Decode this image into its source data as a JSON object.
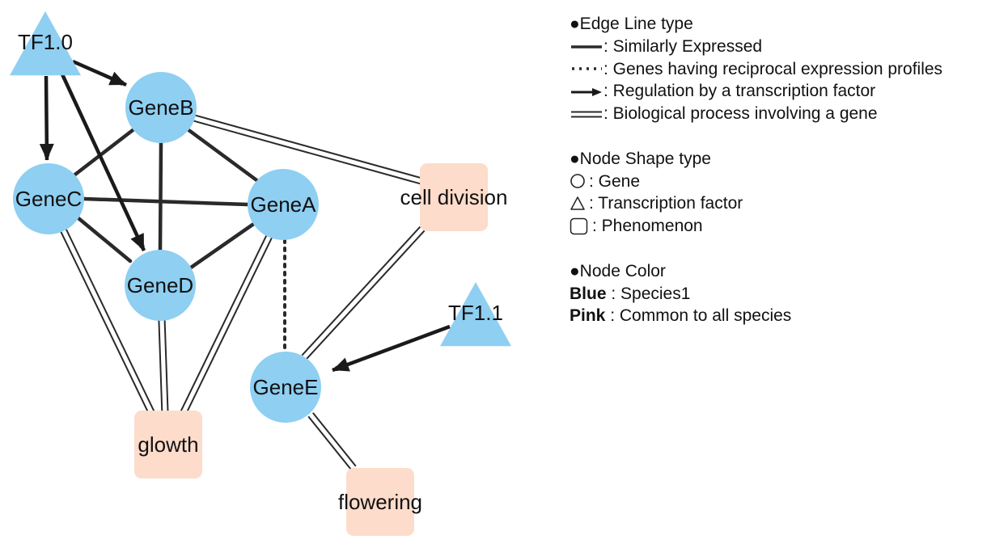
{
  "colors": {
    "species1": "#8ECFF2",
    "common": "#FDDCCB",
    "edge": "#2A2A2A"
  },
  "nodes": [
    {
      "id": "tf10",
      "label": "TF1.0",
      "shape": "triangle",
      "color": "species1"
    },
    {
      "id": "geneB",
      "label": "GeneB",
      "shape": "circle",
      "color": "species1"
    },
    {
      "id": "geneC",
      "label": "GeneC",
      "shape": "circle",
      "color": "species1"
    },
    {
      "id": "geneA",
      "label": "GeneA",
      "shape": "circle",
      "color": "species1"
    },
    {
      "id": "geneD",
      "label": "GeneD",
      "shape": "circle",
      "color": "species1"
    },
    {
      "id": "geneE",
      "label": "GeneE",
      "shape": "circle",
      "color": "species1"
    },
    {
      "id": "tf11",
      "label": "TF1.1",
      "shape": "triangle",
      "color": "species1"
    },
    {
      "id": "celldiv",
      "label": "cell division",
      "shape": "rounded-square",
      "color": "common"
    },
    {
      "id": "glowth",
      "label": "glowth",
      "shape": "rounded-square",
      "color": "common"
    },
    {
      "id": "flowering",
      "label": "flowering",
      "shape": "rounded-square",
      "color": "common"
    }
  ],
  "edges": [
    {
      "from": "geneB",
      "to": "geneC",
      "type": "similar"
    },
    {
      "from": "geneB",
      "to": "geneA",
      "type": "similar"
    },
    {
      "from": "geneB",
      "to": "geneD",
      "type": "similar"
    },
    {
      "from": "geneC",
      "to": "geneA",
      "type": "similar"
    },
    {
      "from": "geneC",
      "to": "geneD",
      "type": "similar"
    },
    {
      "from": "geneA",
      "to": "geneD",
      "type": "similar"
    },
    {
      "from": "geneA",
      "to": "geneE",
      "type": "reciprocal"
    },
    {
      "from": "tf10",
      "to": "geneB",
      "type": "regulation"
    },
    {
      "from": "tf10",
      "to": "geneC",
      "type": "regulation"
    },
    {
      "from": "tf10",
      "to": "geneD",
      "type": "regulation"
    },
    {
      "from": "tf11",
      "to": "geneE",
      "type": "regulation"
    },
    {
      "from": "geneB",
      "to": "celldiv",
      "type": "process"
    },
    {
      "from": "geneC",
      "to": "glowth",
      "type": "process"
    },
    {
      "from": "geneD",
      "to": "glowth",
      "type": "process"
    },
    {
      "from": "geneA",
      "to": "glowth",
      "type": "process"
    },
    {
      "from": "geneE",
      "to": "celldiv",
      "type": "process"
    },
    {
      "from": "geneE",
      "to": "flowering",
      "type": "process"
    }
  ],
  "legend": {
    "edge_heading": "●Edge Line type",
    "edge_items": [
      {
        "symbol": "solid-line",
        "label": ": Similarly Expressed"
      },
      {
        "symbol": "dotted-line",
        "label": ": Genes having reciprocal expression profiles"
      },
      {
        "symbol": "arrow-line",
        "label": ": Regulation by a transcription factor"
      },
      {
        "symbol": "double-line",
        "label": ": Biological process involving a gene"
      }
    ],
    "shape_heading": "●Node Shape type",
    "shape_items": [
      {
        "symbol": "circle-outline",
        "label": ": Gene"
      },
      {
        "symbol": "triangle-outline",
        "label": ": Transcription factor"
      },
      {
        "symbol": "rounded-square-outline",
        "label": ": Phenomenon"
      }
    ],
    "color_heading": "●Node Color",
    "color_items": [
      {
        "name": "Blue",
        "label": " : Species1"
      },
      {
        "name": "Pink",
        "label": " : Common to all species"
      }
    ]
  }
}
